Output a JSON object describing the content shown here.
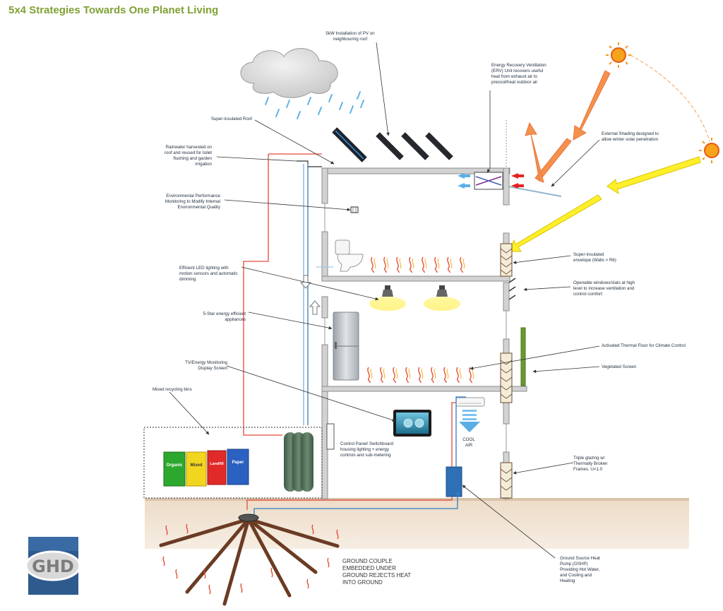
{
  "title": "5x4 Strategies Towards One Planet Living",
  "logo": {
    "text": "GHD",
    "bg": "#2e5a8e",
    "fg": "#ffffff"
  },
  "colors": {
    "title": "#7fa134",
    "wall": "#b5b5b5",
    "soil": "#eeddc9",
    "red_pipe": "#e5493a",
    "blue_pipe": "#2e7ec0",
    "sun": "#f39b20",
    "arrow_orange": "#f4914d",
    "arrow_yellow": "#ffef2b"
  },
  "labels": {
    "pv": [
      "5kW Installation of PV on",
      "neighbouring roof"
    ],
    "erv": [
      "Energy Recovery Ventilation",
      "(ERV) Unit recovers useful",
      "heat from exhaust air to",
      "precool/heat outdoor air"
    ],
    "shading": [
      "External Shading designed to",
      "allow winter solar penetration"
    ],
    "roof": [
      "Super-insulated Roof"
    ],
    "rain": [
      "Rainwater harvested on",
      "roof and reused for toilet",
      "flushing and garden",
      "irrigation"
    ],
    "monitoring": [
      "Environmental Performance",
      "Monitoring to Modify Internal",
      "Environmental Quality"
    ],
    "envelope": [
      "Super-insulated",
      "envelope (Walls > R6)"
    ],
    "led": [
      "Efficient LED lighting with",
      "motion sensors and automatic",
      "dimming"
    ],
    "windows": [
      "Openable windows/slats at high",
      "level to increase ventilation and",
      "control comfort"
    ],
    "appliances": [
      "5-Star energy efficient",
      "appliances"
    ],
    "floor": [
      "Activated Thermal Floor for Climate Control"
    ],
    "tv": [
      "TV/Energy Monitoring",
      "Display Screen"
    ],
    "vegetated": [
      "Vegetated Screen"
    ],
    "recycling": [
      "Mixed recycling bins"
    ],
    "control": [
      "Control Panel/ Switchboard",
      "housing lighting + energy",
      "controls and sub-metering"
    ],
    "cool_air": [
      "COOL",
      "AIR"
    ],
    "glazing": [
      "Triple glazing w/",
      "Thermally Broken",
      "Frames. U<1.0"
    ],
    "gshp": [
      "Ground Source Heat",
      "Pump (GSHP)",
      "Providing Hot Water,",
      "and Cooling and",
      "Heating"
    ],
    "ground": [
      "GROUND COUPLE",
      "EMBEDDED UNDER",
      "GROUND REJECTS HEAT",
      "INTO GROUND"
    ]
  },
  "bins": [
    {
      "label": "Organic",
      "color": "#2da82e"
    },
    {
      "label": "Mixed",
      "color": "#f2d51f"
    },
    {
      "label": "Landfill",
      "color": "#e02a2a"
    },
    {
      "label": "Paper",
      "color": "#2b61c1"
    }
  ]
}
